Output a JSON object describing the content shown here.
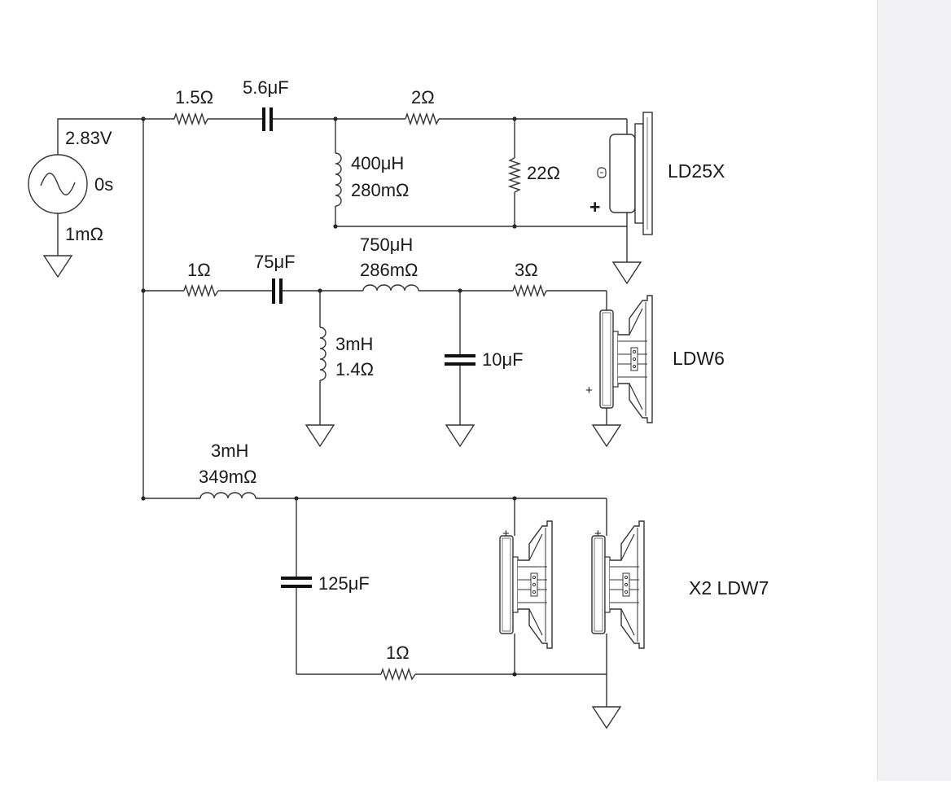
{
  "source": {
    "voltage": "2.83V",
    "delay": "0s",
    "resistance": "1mΩ"
  },
  "tweeter_branch": {
    "series_resistor": "1.5Ω",
    "series_capacitor": "5.6μF",
    "shunt_inductor": "400μH",
    "shunt_inductor_resistance": "280mΩ",
    "series_resistor_2": "2Ω",
    "shunt_resistor": "22Ω",
    "driver_name": "LD25X",
    "polarity": "+"
  },
  "mid_branch": {
    "series_resistor": "1Ω",
    "series_capacitor": "75μF",
    "series_inductor": "750μH",
    "series_inductor_resistance": "286mΩ",
    "shunt_inductor": "3mH",
    "shunt_inductor_resistance": "1.4Ω",
    "shunt_capacitor": "10μF",
    "series_resistor_2": "3Ω",
    "driver_name": "LDW6",
    "polarity": "+"
  },
  "woofer_branch": {
    "series_inductor": "3mH",
    "series_inductor_resistance": "349mΩ",
    "shunt_capacitor": "125μF",
    "shunt_resistor": "1Ω",
    "driver_name": "X2 LDW7",
    "polarity_1": "+",
    "polarity_2": "+"
  },
  "icons": [
    "ac-source-icon",
    "ground-icon",
    "resistor-icon",
    "capacitor-icon",
    "inductor-icon",
    "tweeter-icon",
    "woofer-icon"
  ]
}
